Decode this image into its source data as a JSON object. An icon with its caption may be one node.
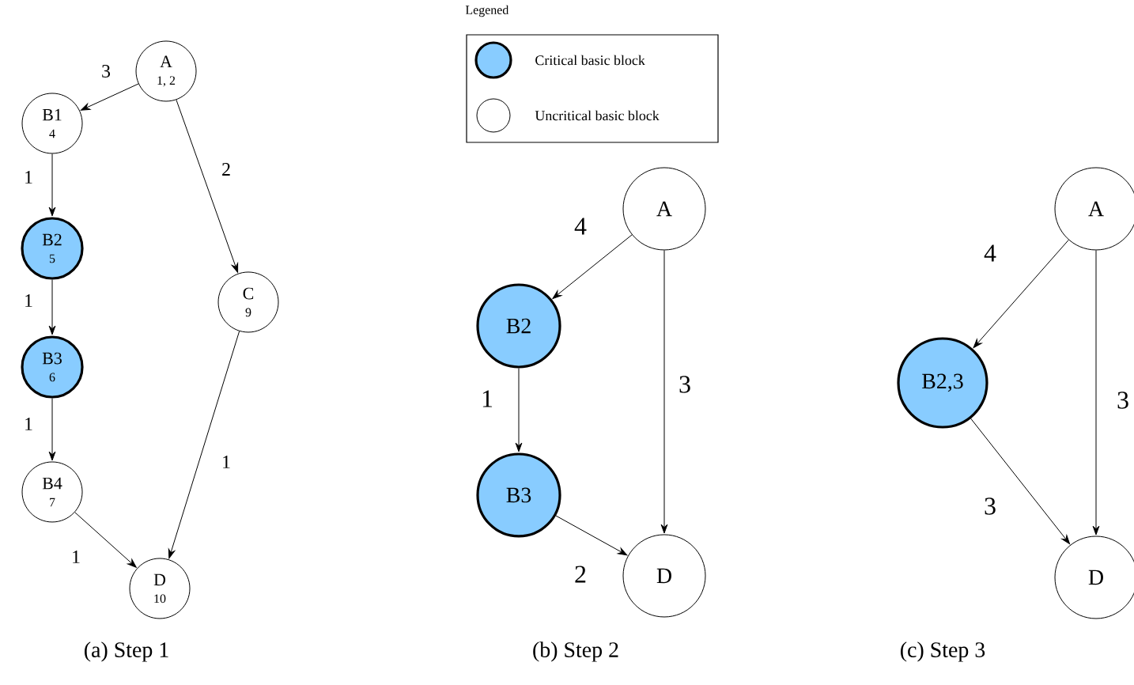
{
  "diagram": {
    "nodes": [
      {
        "text": [
          "A",
          "1, 2"
        ]
      },
      {
        "text": [
          "B1",
          "4"
        ]
      },
      {
        "text": [
          "B2",
          "5"
        ]
      },
      {
        "text": [
          "B3",
          "6"
        ]
      },
      {
        "text": [
          "C",
          "9"
        ]
      },
      {
        "text": [
          "B4",
          "7"
        ]
      },
      {
        "text": [
          "D",
          "10"
        ]
      },
      {
        "text": [
          "A"
        ]
      },
      {
        "text": [
          "B2"
        ]
      },
      {
        "text": [
          "B3"
        ]
      },
      {
        "text": [
          "D"
        ]
      },
      {
        "text": [
          "A"
        ]
      },
      {
        "text": [
          "B2,3"
        ]
      },
      {
        "text": [
          "D"
        ]
      }
    ],
    "edges": [
      {
        "from": 0,
        "to": 1,
        "arrow": "to",
        "label": "3"
      },
      {
        "from": 1,
        "to": 2,
        "arrow": "to",
        "label": "1"
      },
      {
        "from": 2,
        "to": 3,
        "arrow": "to",
        "label": "1"
      },
      {
        "from": 3,
        "to": 5,
        "arrow": "to",
        "label": "1"
      },
      {
        "from": 5,
        "to": 6,
        "arrow": "to",
        "label": "1"
      },
      {
        "from": 0,
        "to": 4,
        "arrow": "to",
        "label": "2"
      },
      {
        "from": 4,
        "to": 6,
        "arrow": "to",
        "label": "1"
      },
      {
        "from": 7,
        "to": 8,
        "arrow": "to",
        "label": "4"
      },
      {
        "from": 8,
        "to": 9,
        "arrow": "to",
        "label": "1"
      },
      {
        "from": 9,
        "to": 10,
        "arrow": "to",
        "label": "2"
      },
      {
        "from": 7,
        "to": 10,
        "arrow": "to",
        "label": "3"
      },
      {
        "from": 11,
        "to": 12,
        "arrow": "to",
        "label": "4"
      },
      {
        "from": 12,
        "to": 13,
        "arrow": "to",
        "label": "3"
      },
      {
        "from": 11,
        "to": 13,
        "arrow": "to",
        "label": "3"
      }
    ],
    "labels": [
      "Legened",
      "(a) Step 1",
      "(b) Step 2",
      "(c) Step 3"
    ],
    "legend": [
      {
        "text": "Critical basic block",
        "color": "#88ccff"
      },
      {
        "text": "Uncritical basic block"
      }
    ]
  }
}
